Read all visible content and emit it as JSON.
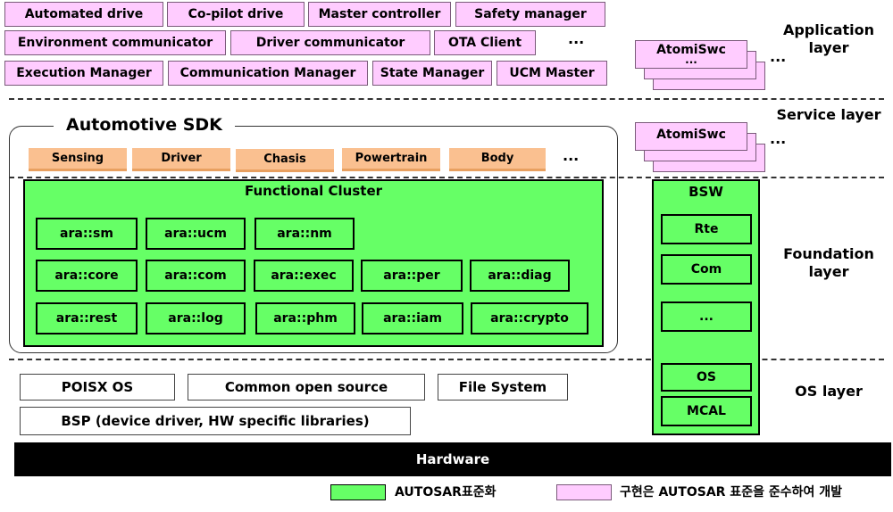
{
  "application": {
    "rows": [
      [
        "Automated drive",
        "Co-pilot drive",
        "Master controller",
        "Safety manager"
      ],
      [
        "Environment communicator",
        "Driver communicator",
        "OTA Client"
      ],
      [
        "Execution Manager",
        "Communication Manager",
        "State Manager",
        "UCM Master"
      ]
    ],
    "ellipsis": "...",
    "atomic_swc_label": "AtomiSwc",
    "atomic_swc_ellipsis": "...",
    "stack_ellipsis": "..."
  },
  "layers": {
    "application": "Application\nlayer",
    "service": "Service layer",
    "foundation": "Foundation\nlayer",
    "os": "OS layer"
  },
  "sdk": {
    "title": "Automotive SDK",
    "domains": [
      "Sensing",
      "Driver",
      "Chasis",
      "Powertrain",
      "Body"
    ],
    "domains_ellipsis": "..."
  },
  "service": {
    "atomic_swc_label": "AtomiSwc",
    "stack_ellipsis": "..."
  },
  "functional_cluster": {
    "title": "Functional Cluster",
    "rows": [
      [
        "ara::sm",
        "ara::ucm",
        "ara::nm"
      ],
      [
        "ara::core",
        "ara::com",
        "ara::exec",
        "ara::per",
        "ara::diag"
      ],
      [
        "ara::rest",
        "ara::log",
        "ara::phm",
        "ara::iam",
        "ara::crypto"
      ]
    ]
  },
  "bsw": {
    "title": "BSW",
    "items": [
      "Rte",
      "Com",
      "...",
      "OS",
      "MCAL"
    ]
  },
  "os_layer": {
    "items": [
      "POISX OS",
      "Common open source",
      "File System"
    ],
    "bsp": "BSP (device driver, HW specific libraries)"
  },
  "hardware": {
    "label": "Hardware"
  },
  "legend": {
    "green_label": "AUTOSAR표준화",
    "pink_label": "구현은 AUTOSAR 표준을 준수하여 개발",
    "green_color": "#66ff66",
    "pink_color": "#ffccff"
  }
}
